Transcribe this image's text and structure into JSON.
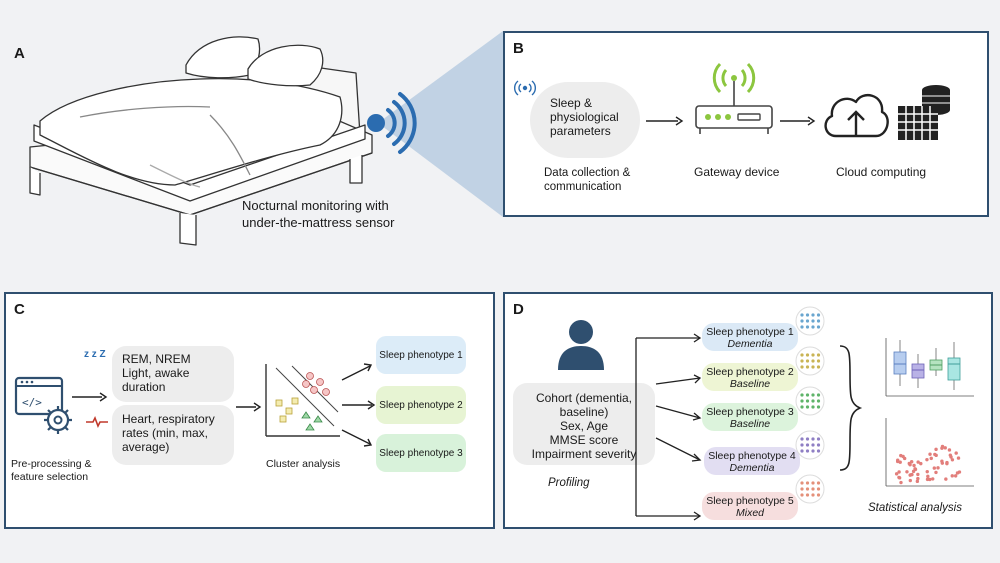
{
  "panels": {
    "a": {
      "letter": "A",
      "caption_line1": "Nocturnal monitoring with",
      "caption_line2": "under-the-mattress sensor"
    },
    "b": {
      "letter": "B",
      "bubble_line1": "Sleep  &",
      "bubble_line2": "physiological",
      "bubble_line3": "parameters",
      "collection_line1": "Data collection &",
      "collection_line2": "communication",
      "gateway_label": "Gateway device",
      "cloud_label": "Cloud computing"
    },
    "c": {
      "letter": "C",
      "zzz": "z z Z",
      "sleep_line1": "REM, NREM",
      "sleep_line2": "Light, awake",
      "sleep_line3": "duration",
      "heart_line1": "Heart, respiratory",
      "heart_line2": "rates (min, max,",
      "heart_line3": "average)",
      "pre_line1": "Pre-processing  &",
      "pre_line2": "feature selection",
      "cluster_label": "Cluster analysis",
      "phenotypes": [
        "Sleep phenotype 1",
        "Sleep phenotype 2",
        "Sleep phenotype 3"
      ]
    },
    "d": {
      "letter": "D",
      "cohort_line1": "Cohort (dementia,",
      "cohort_line2": "baseline)",
      "cohort_line3": "Sex, Age",
      "cohort_line4": "MMSE score",
      "cohort_line5": "Impairment severity",
      "profiling_label": "Profiling",
      "stats_label": "Statistical analysis",
      "phenotypes": [
        {
          "name": "Sleep phenotype 1",
          "sub": "Dementia",
          "color": "#dbe9f6",
          "dot": "#6aa6cf"
        },
        {
          "name": "Sleep phenotype 2",
          "sub": "Baseline",
          "color": "#eef5d4",
          "dot": "#c9b455"
        },
        {
          "name": "Sleep phenotype 3",
          "sub": "Baseline",
          "color": "#dcf3dc",
          "dot": "#5fb46a"
        },
        {
          "name": "Sleep phenotype 4",
          "sub": "Dementia",
          "color": "#e2def2",
          "dot": "#8f7fc4"
        },
        {
          "name": "Sleep phenotype 5",
          "sub": "Mixed",
          "color": "#f6dede",
          "dot": "#e4907a"
        }
      ]
    }
  },
  "colors": {
    "panel_border": "#2f4f6f",
    "sensor_blue": "#2b6cb0",
    "wifi_green": "#8cc63f",
    "beam": "#b9cde0"
  }
}
